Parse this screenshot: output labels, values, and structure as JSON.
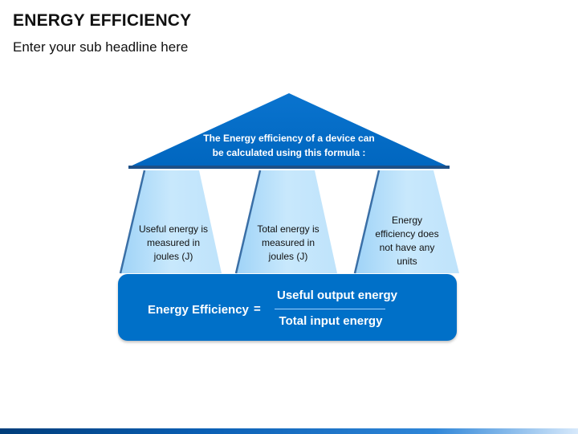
{
  "header": {
    "title": "ENERGY EFFICIENCY",
    "subtitle": "Enter your sub headline here"
  },
  "roof": {
    "text_line1": "The Energy efficiency of a device can",
    "text_line2": "be calculated using this formula :"
  },
  "pillars": [
    {
      "lines": [
        "Useful energy is",
        "measured in",
        "joules (J)"
      ]
    },
    {
      "lines": [
        "Total energy is",
        "measured in",
        "joules (J)"
      ]
    },
    {
      "lines": [
        "Energy",
        "efficiency does",
        "not have any",
        "units"
      ]
    }
  ],
  "formula": {
    "label": "Energy Efficiency",
    "equals": "=",
    "numerator": "Useful output energy",
    "denominator": "Total input energy"
  },
  "colors": {
    "primary": "#0070c8",
    "pillar_fill": "#bfe3fb",
    "pillar_edge": "#3a6fa6",
    "text_dark": "#111111"
  }
}
